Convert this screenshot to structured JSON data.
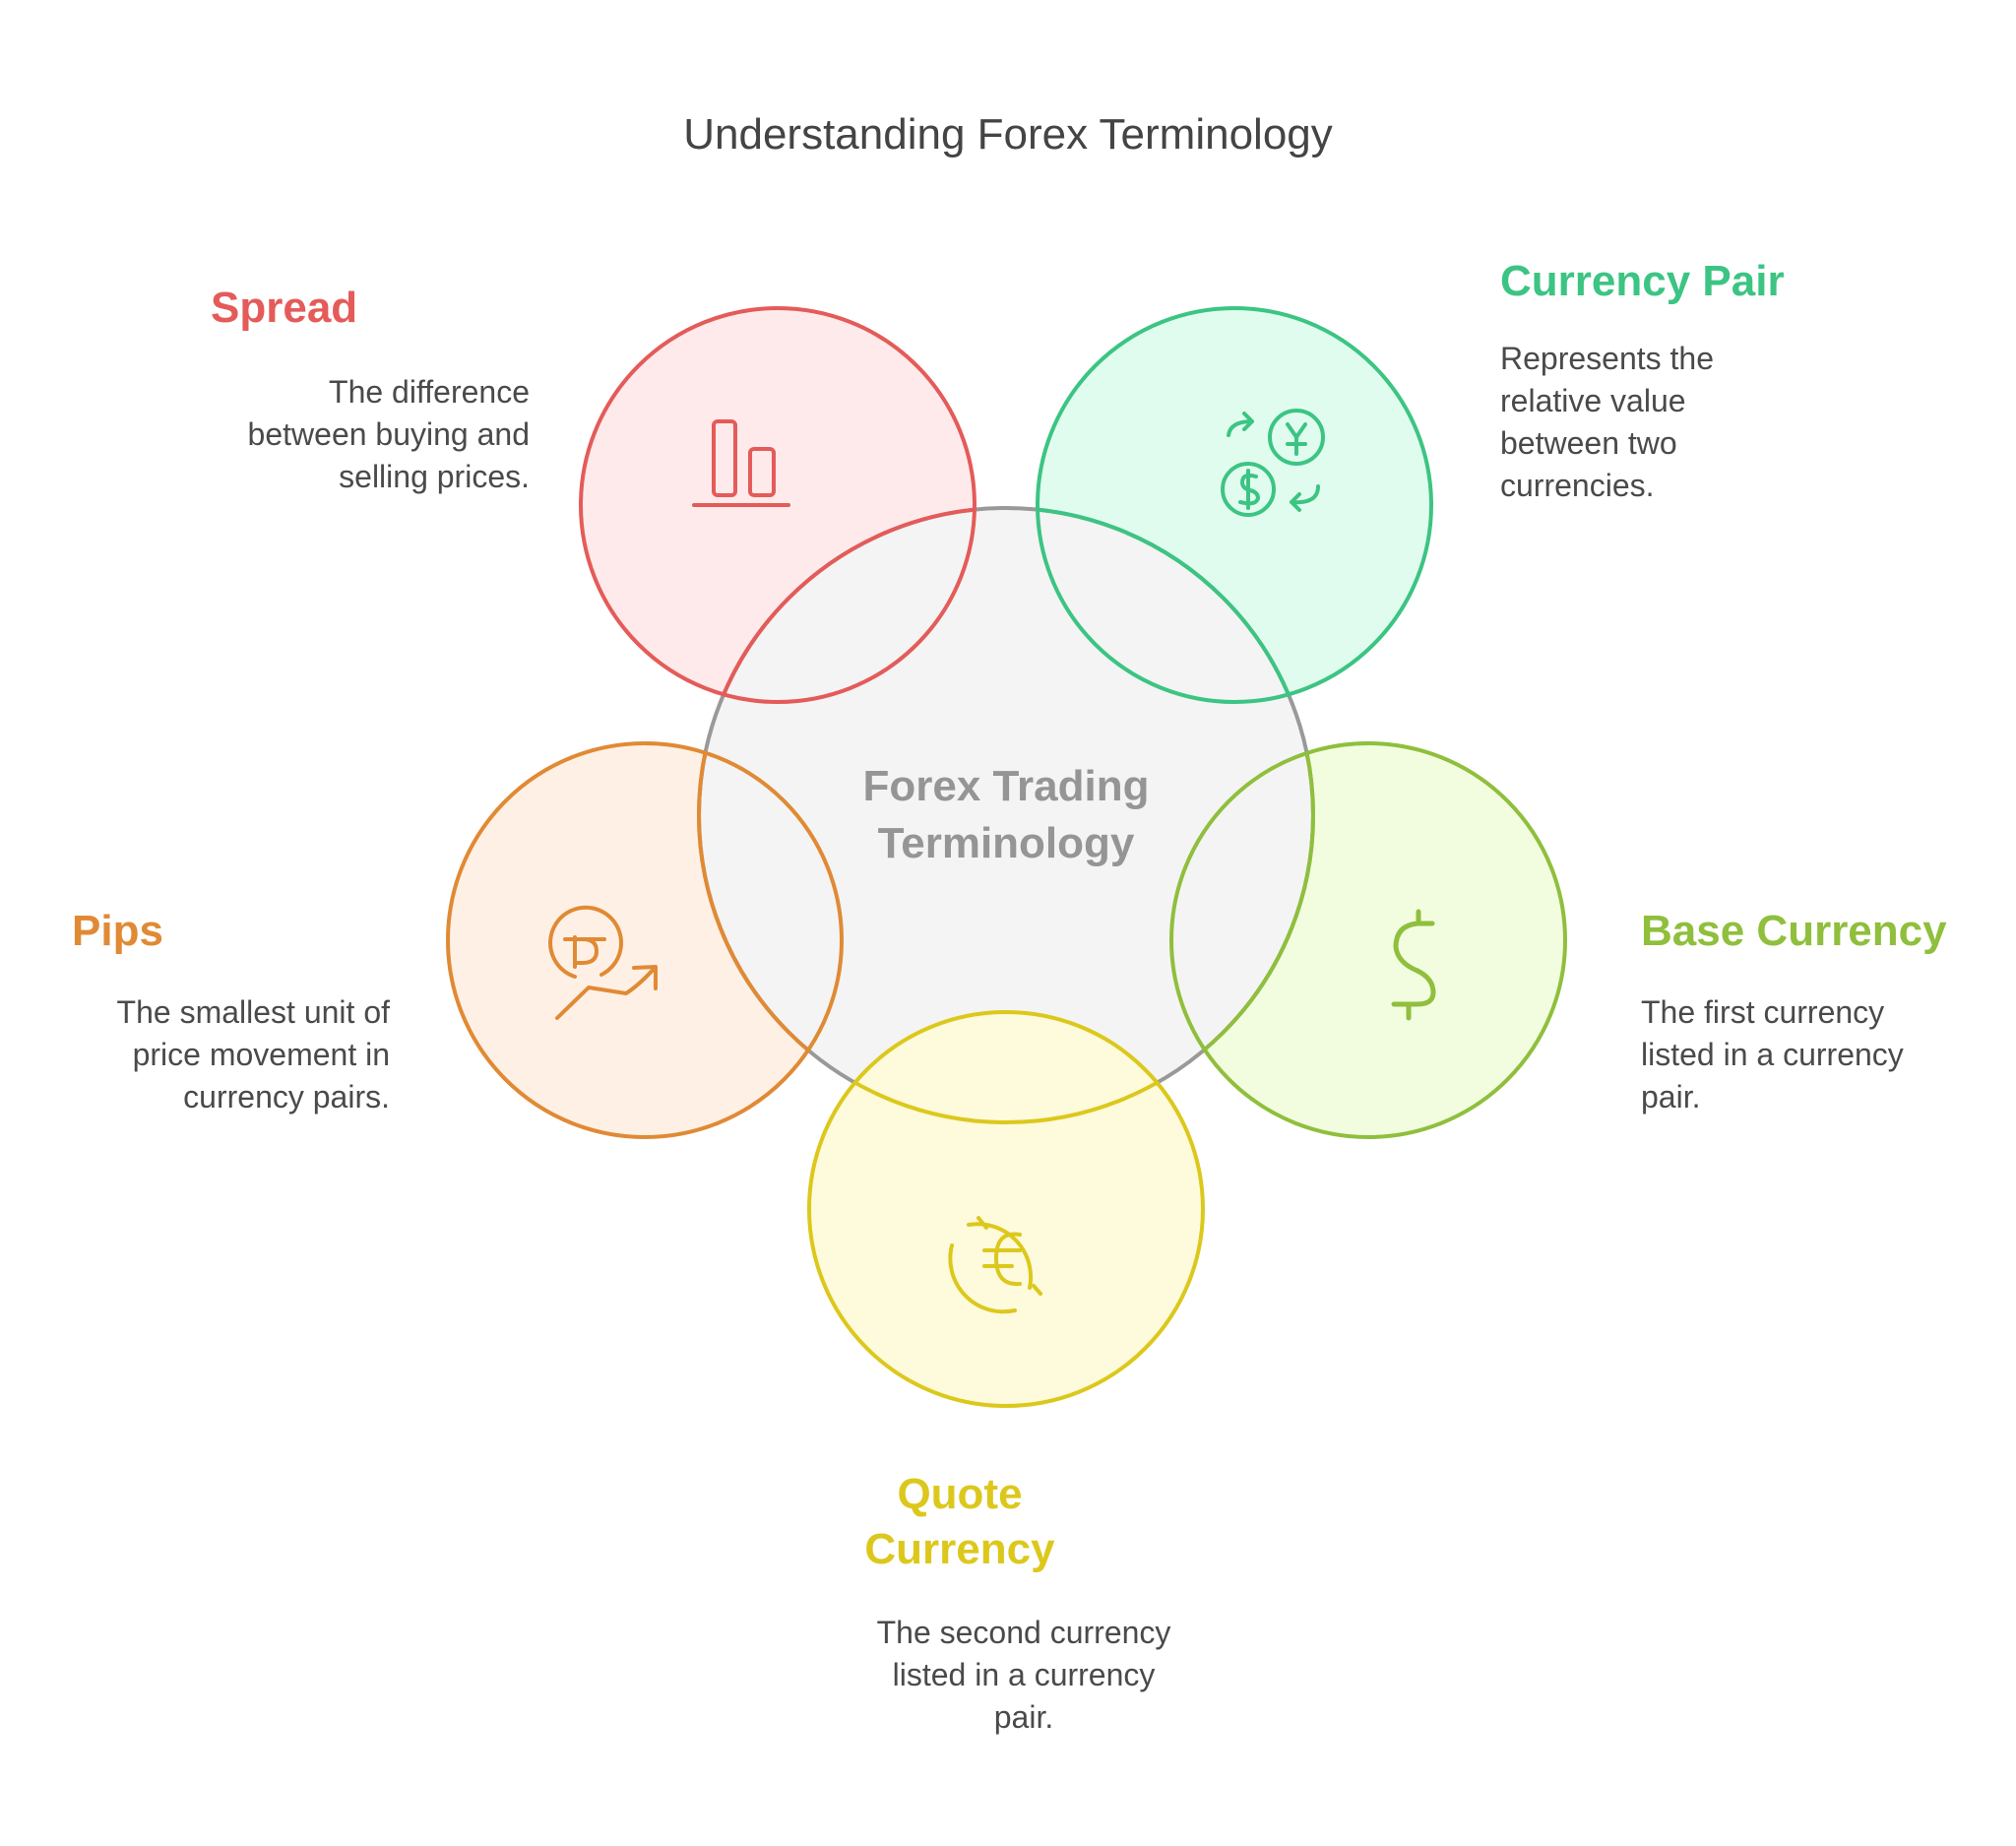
{
  "title": "Understanding Forex Terminology",
  "center": {
    "label": "Forex Trading\nTerminology",
    "fill": "#f4f4f4",
    "stroke": "#999999"
  },
  "terms": [
    {
      "id": "spread",
      "label": "Spread",
      "description": "The difference\nbetween buying and\nselling prices.",
      "icon": "bar-chart-icon",
      "color": "#e45b59",
      "fill": "#feeaea"
    },
    {
      "id": "currency-pair",
      "label": "Currency Pair",
      "description": "Represents the\nrelative value\nbetween two\ncurrencies.",
      "icon": "currency-exchange-icon",
      "color": "#3cc483",
      "fill": "#e0fcef"
    },
    {
      "id": "pips",
      "label": "Pips",
      "description": "The smallest unit of\nprice movement in\ncurrency pairs.",
      "icon": "price-trend-icon",
      "color": "#e08a35",
      "fill": "#fef0e4"
    },
    {
      "id": "base-currency",
      "label": "Base Currency",
      "description": "The first currency\nlisted in a currency\npair.",
      "icon": "dollar-icon",
      "color": "#8fbf3c",
      "fill": "#f2fde0"
    },
    {
      "id": "quote-currency",
      "label": "Quote\nCurrency",
      "description": "The second currency\nlisted in a currency\npair.",
      "icon": "euro-coin-icon",
      "color": "#dcc81c",
      "fill": "#fefadc"
    }
  ]
}
